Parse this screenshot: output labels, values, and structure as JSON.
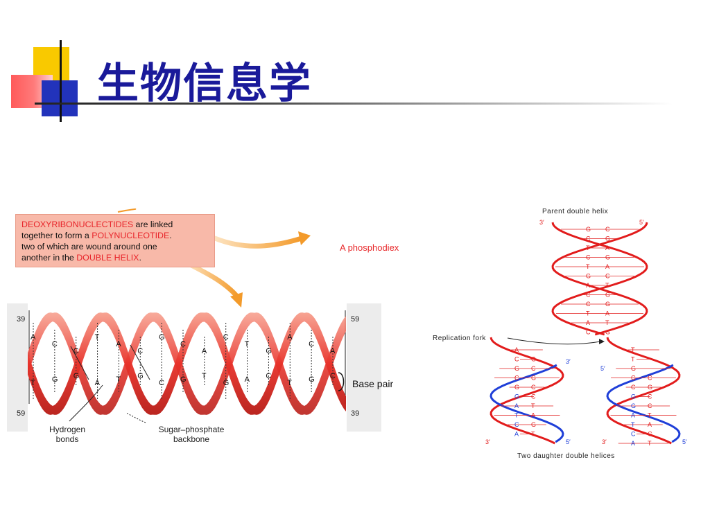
{
  "slide": {
    "title": "生物信息学"
  },
  "info_box": {
    "line1_highlight": "DEOXYRIBONUCLECTIDES",
    "line1_rest": " are linked",
    "line2_start": "together to form a ",
    "line2_highlight": "POLYNUCLEOTIDE",
    "line2_end": ".",
    "line3": "two of which are wound around one",
    "line4_start": "another in the ",
    "line4_highlight": "DOUBLE HELIX",
    "line4_end": "."
  },
  "phosphodiester_label": "A phosphodiex",
  "helix": {
    "end_top_left": "39",
    "end_bottom_left": "59",
    "end_top_right": "59",
    "end_bottom_right": "39",
    "base_pair_label": "Base pair",
    "hydrogen_label_1": "Hydrogen",
    "hydrogen_label_2": "bonds",
    "backbone_label_1": "Sugar–phosphate",
    "backbone_label_2": "backbone",
    "bases": [
      {
        "top": "A",
        "bot": "T"
      },
      {
        "top": "C",
        "bot": "G"
      },
      {
        "top": "C",
        "bot": "G"
      },
      {
        "top": "T",
        "bot": "A"
      },
      {
        "top": "A",
        "bot": "T"
      },
      {
        "top": "C",
        "bot": "G"
      },
      {
        "top": "G",
        "bot": "C"
      },
      {
        "top": "C",
        "bot": "G"
      },
      {
        "top": "A",
        "bot": "T"
      },
      {
        "top": "C",
        "bot": "G"
      },
      {
        "top": "T",
        "bot": "A"
      },
      {
        "top": "G",
        "bot": "C"
      },
      {
        "top": "A",
        "bot": "T"
      },
      {
        "top": "C",
        "bot": "G"
      },
      {
        "top": "A",
        "bot": "C"
      }
    ]
  },
  "replication": {
    "parent_label": "Parent double helix",
    "fork_label": "Replication fork",
    "daughter_label": "Two daughter double helices",
    "prime3": "3′",
    "prime5": "5′",
    "parent_pairs": [
      {
        "l": "G",
        "r": "C"
      },
      {
        "l": "C",
        "r": "G"
      },
      {
        "l": "T",
        "r": "A"
      },
      {
        "l": "C",
        "r": "G"
      },
      {
        "l": "T",
        "r": "A"
      },
      {
        "l": "G",
        "r": "C"
      },
      {
        "l": "A",
        "r": "T"
      },
      {
        "l": "C",
        "r": "G"
      },
      {
        "l": "C",
        "r": "G"
      },
      {
        "l": "T",
        "r": "A"
      },
      {
        "l": "A",
        "r": "T"
      },
      {
        "l": "C",
        "r": "G"
      }
    ],
    "left_daughter": [
      {
        "l": "A",
        "r": ""
      },
      {
        "l": "C",
        "r": "G"
      },
      {
        "l": "G",
        "r": "C"
      },
      {
        "l": "C",
        "r": "G"
      },
      {
        "l": "G",
        "r": "C"
      },
      {
        "l": "G",
        "r": "C"
      },
      {
        "l": "A",
        "r": "T"
      },
      {
        "l": "T",
        "r": "A"
      },
      {
        "l": "C",
        "r": "G"
      },
      {
        "l": "A",
        "r": "T"
      }
    ],
    "right_daughter": [
      {
        "l": "T",
        "r": ""
      },
      {
        "l": "T",
        "r": ""
      },
      {
        "l": "G",
        "r": ""
      },
      {
        "l": "G",
        "r": "C"
      },
      {
        "l": "C",
        "r": "G"
      },
      {
        "l": "G",
        "r": "C"
      },
      {
        "l": "G",
        "r": "C"
      },
      {
        "l": "A",
        "r": "T"
      },
      {
        "l": "T",
        "r": "A"
      },
      {
        "l": "C",
        "r": "G"
      },
      {
        "l": "A",
        "r": "T"
      }
    ]
  },
  "colors": {
    "title": "#1a1a9a",
    "strand_red": "#e21c1c",
    "strand_blue": "#1f3fd8",
    "ribbon_red": "#e83a2c",
    "arrow_orange": "#f39a2a"
  }
}
